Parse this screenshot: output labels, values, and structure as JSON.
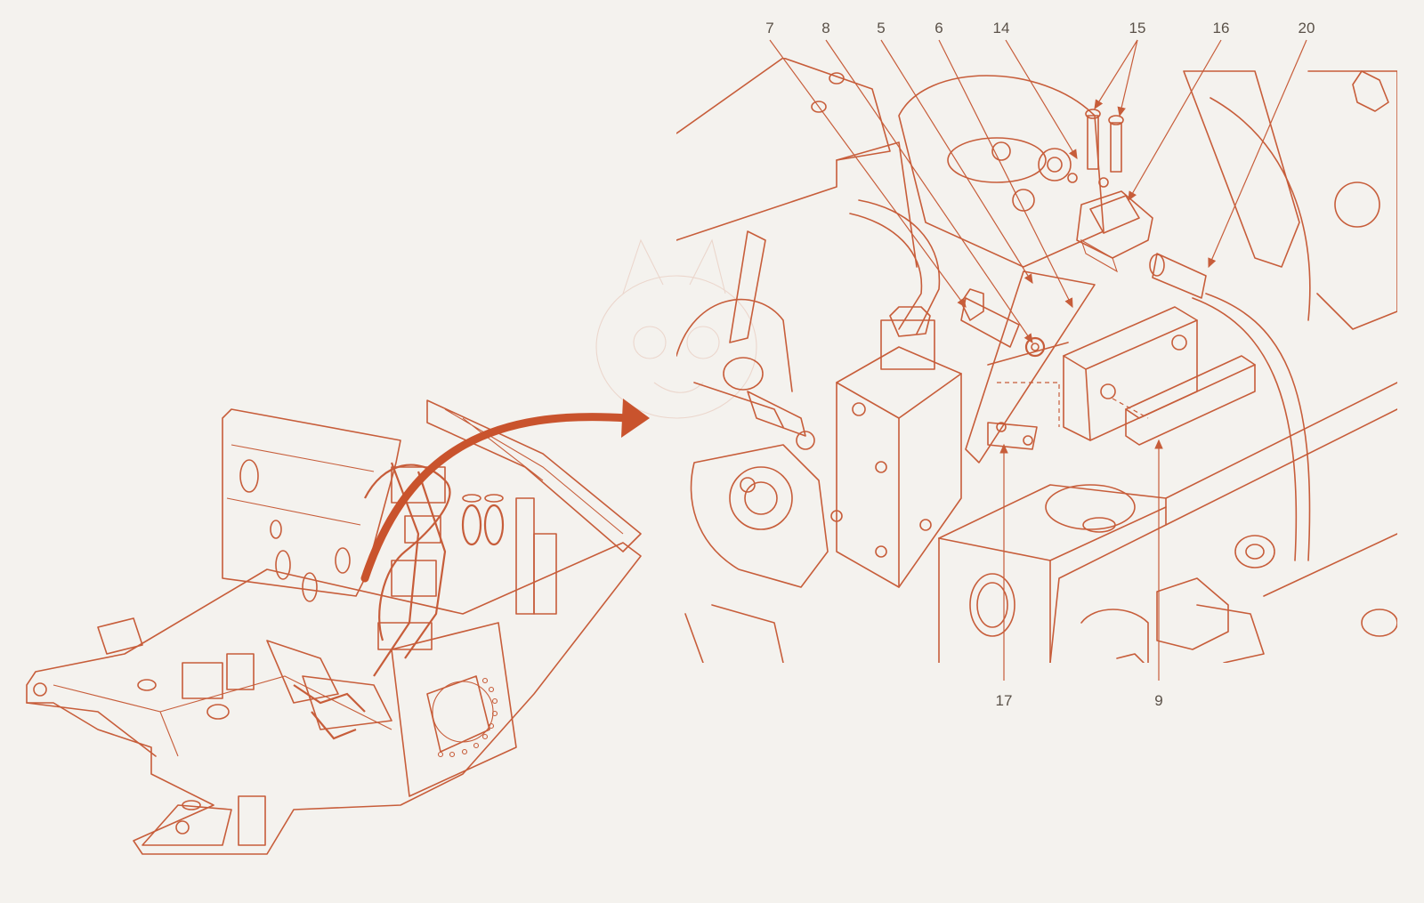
{
  "diagram": {
    "callouts": [
      {
        "id": "c7",
        "label": "7"
      },
      {
        "id": "c8",
        "label": "8"
      },
      {
        "id": "c5",
        "label": "5"
      },
      {
        "id": "c6",
        "label": "6"
      },
      {
        "id": "c14",
        "label": "14"
      },
      {
        "id": "c15",
        "label": "15"
      },
      {
        "id": "c16",
        "label": "16"
      },
      {
        "id": "c20",
        "label": "20"
      },
      {
        "id": "c17",
        "label": "17"
      },
      {
        "id": "c9",
        "label": "9"
      }
    ]
  },
  "colors": {
    "line": "#c75d3a",
    "arrow": "#c9532d",
    "label": "#5a5148",
    "background": "#f4f2ee"
  },
  "icons": {
    "pointer_arrow": "curved-arrow-icon",
    "mascot_watermark": "dragon-mascot-watermark"
  }
}
